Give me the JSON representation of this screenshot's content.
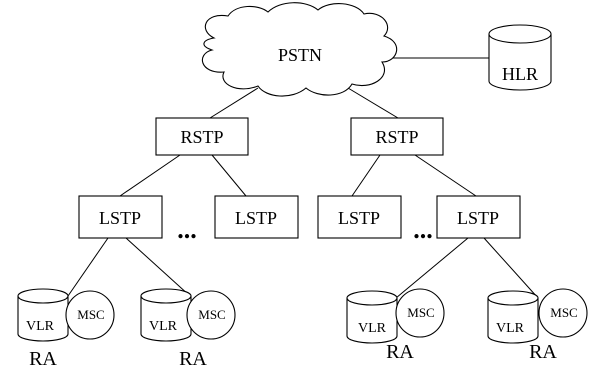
{
  "pstn": {
    "label": "PSTN"
  },
  "hlr": {
    "label": "HLR"
  },
  "rstp": [
    {
      "label": "RSTP"
    },
    {
      "label": "RSTP"
    }
  ],
  "lstp": [
    {
      "label": "LSTP"
    },
    {
      "label": "LSTP"
    },
    {
      "label": "LSTP"
    },
    {
      "label": "LSTP"
    }
  ],
  "ellipsis": "...",
  "areas": [
    {
      "vlr": "VLR",
      "msc": "MSC",
      "ra": "RA"
    },
    {
      "vlr": "VLR",
      "msc": "MSC",
      "ra": "RA"
    },
    {
      "vlr": "VLR",
      "msc": "MSC",
      "ra": "RA"
    },
    {
      "vlr": "VLR",
      "msc": "MSC",
      "ra": "RA"
    }
  ]
}
